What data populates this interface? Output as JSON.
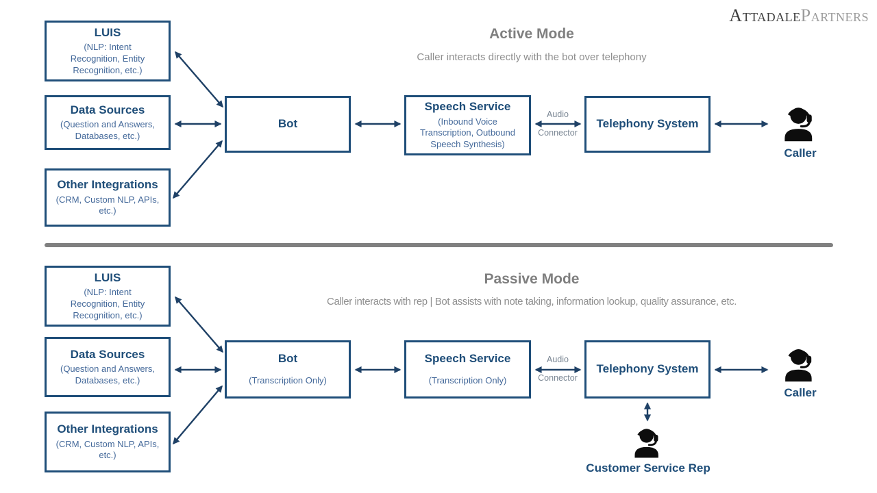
{
  "logo": {
    "part1": "Attadale",
    "part2": "Partners"
  },
  "colors": {
    "box_border": "#1f4e79",
    "box_title": "#1f4e79",
    "box_subtitle": "#44699a",
    "arrow": "#1f4166",
    "mode_title": "#7f7f7f",
    "mode_subtitle": "#8f8f8f",
    "connector_label": "#7b8794",
    "divider": "#808080",
    "person_icon": "#0d0d0d",
    "person_label": "#1f4e79"
  },
  "icons": {
    "caller": "person-headset-icon",
    "customer_service_rep": "person-headset-icon"
  },
  "active": {
    "title": "Active Mode",
    "subtitle": "Caller interacts directly with the bot over telephony",
    "left_boxes": [
      {
        "title": "LUIS",
        "subtitle": "(NLP: Intent Recognition, Entity Recognition, etc.)"
      },
      {
        "title": "Data Sources",
        "subtitle": "(Question and Answers, Databases, etc.)"
      },
      {
        "title": "Other Integrations",
        "subtitle": "(CRM, Custom NLP, APIs, etc.)"
      }
    ],
    "bot": {
      "title": "Bot"
    },
    "speech": {
      "title": "Speech Service",
      "subtitle": "(Inbound Voice Transcription, Outbound Speech Synthesis)"
    },
    "telephony": {
      "title": "Telephony System"
    },
    "connector": {
      "line1": "Audio",
      "line2": "Connector"
    },
    "caller_label": "Caller"
  },
  "passive": {
    "title": "Passive Mode",
    "subtitle": "Caller interacts with rep  |  Bot assists with note taking, information lookup, quality assurance, etc.",
    "left_boxes": [
      {
        "title": "LUIS",
        "subtitle": "(NLP: Intent Recognition, Entity Recognition, etc.)"
      },
      {
        "title": "Data Sources",
        "subtitle": "(Question and Answers, Databases, etc.)"
      },
      {
        "title": "Other Integrations",
        "subtitle": "(CRM, Custom NLP, APIs, etc.)"
      }
    ],
    "bot": {
      "title": "Bot",
      "subtitle": "(Transcription Only)"
    },
    "speech": {
      "title": "Speech Service",
      "subtitle": "(Transcription Only)"
    },
    "telephony": {
      "title": "Telephony System"
    },
    "connector": {
      "line1": "Audio",
      "line2": "Connector"
    },
    "caller_label": "Caller",
    "rep_label": "Customer Service Rep"
  }
}
